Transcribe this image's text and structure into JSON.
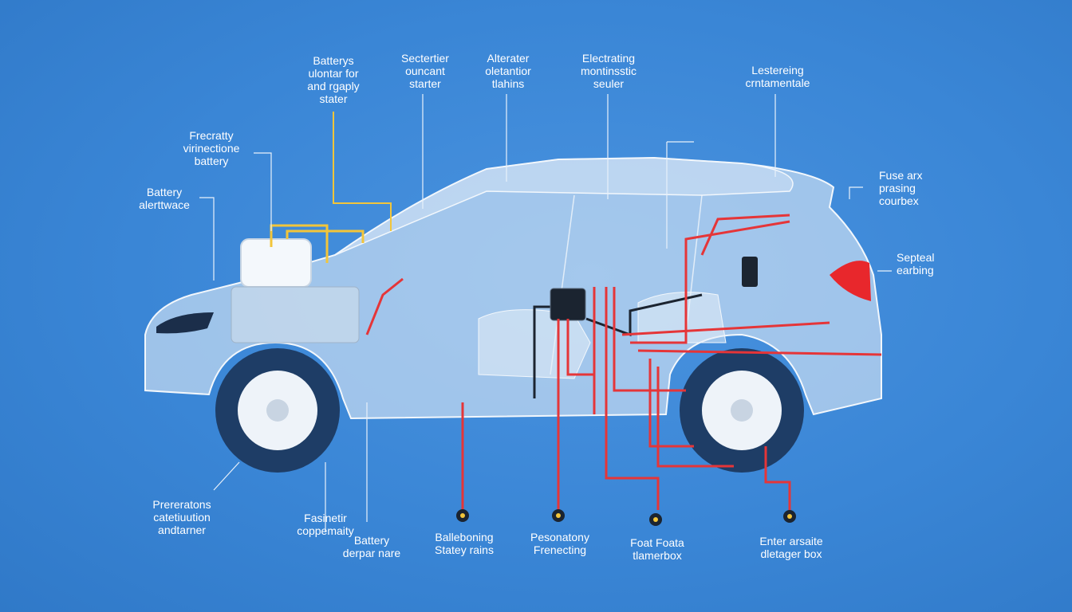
{
  "labels": {
    "battery_top": [
      "Batterys",
      "ulontar for",
      "and rgaply",
      "stater"
    ],
    "sectertier": [
      "Sectertier",
      "ouncant",
      "starter"
    ],
    "alterater": [
      "Alterater",
      "oletantior",
      "tlahins"
    ],
    "electrating": [
      "Electrating",
      "montinsstic",
      "seuler"
    ],
    "lestereing": [
      "Lestereing",
      "crntamentale"
    ],
    "frecratty": [
      "Frecratty",
      "virinectione",
      "battery"
    ],
    "battery_alert": [
      "Battery",
      "alerttwace"
    ],
    "fuse_box": [
      "Fuse arx",
      "prasing",
      "courbex"
    ],
    "septeal": [
      "Septeal",
      "earbing"
    ],
    "prereratons": [
      "Prereratons",
      "catetiuution",
      "andtarner"
    ],
    "fasinetir": [
      "Fasinetir",
      "coppemaity"
    ],
    "battery_bottom": [
      "Battery",
      "derpar nare"
    ],
    "balleboning": [
      "Balleboning",
      "Statey rains"
    ],
    "pesonatony": [
      "Pesonatony",
      "Frenecting"
    ],
    "foat_foata": [
      "Foat Foata",
      "tlamerbox"
    ],
    "enter_arsaite": [
      "Enter arsaite",
      "dletager box"
    ]
  },
  "colors": {
    "background": "#3a86d6",
    "body": "#dbe8f5",
    "outline": "#f2f7fc",
    "wire_red": "#e53538",
    "wire_yellow": "#f2c53a",
    "wire_dark": "#1b2430",
    "tire": "#1e3d66",
    "tail_light": "#e8272c"
  }
}
